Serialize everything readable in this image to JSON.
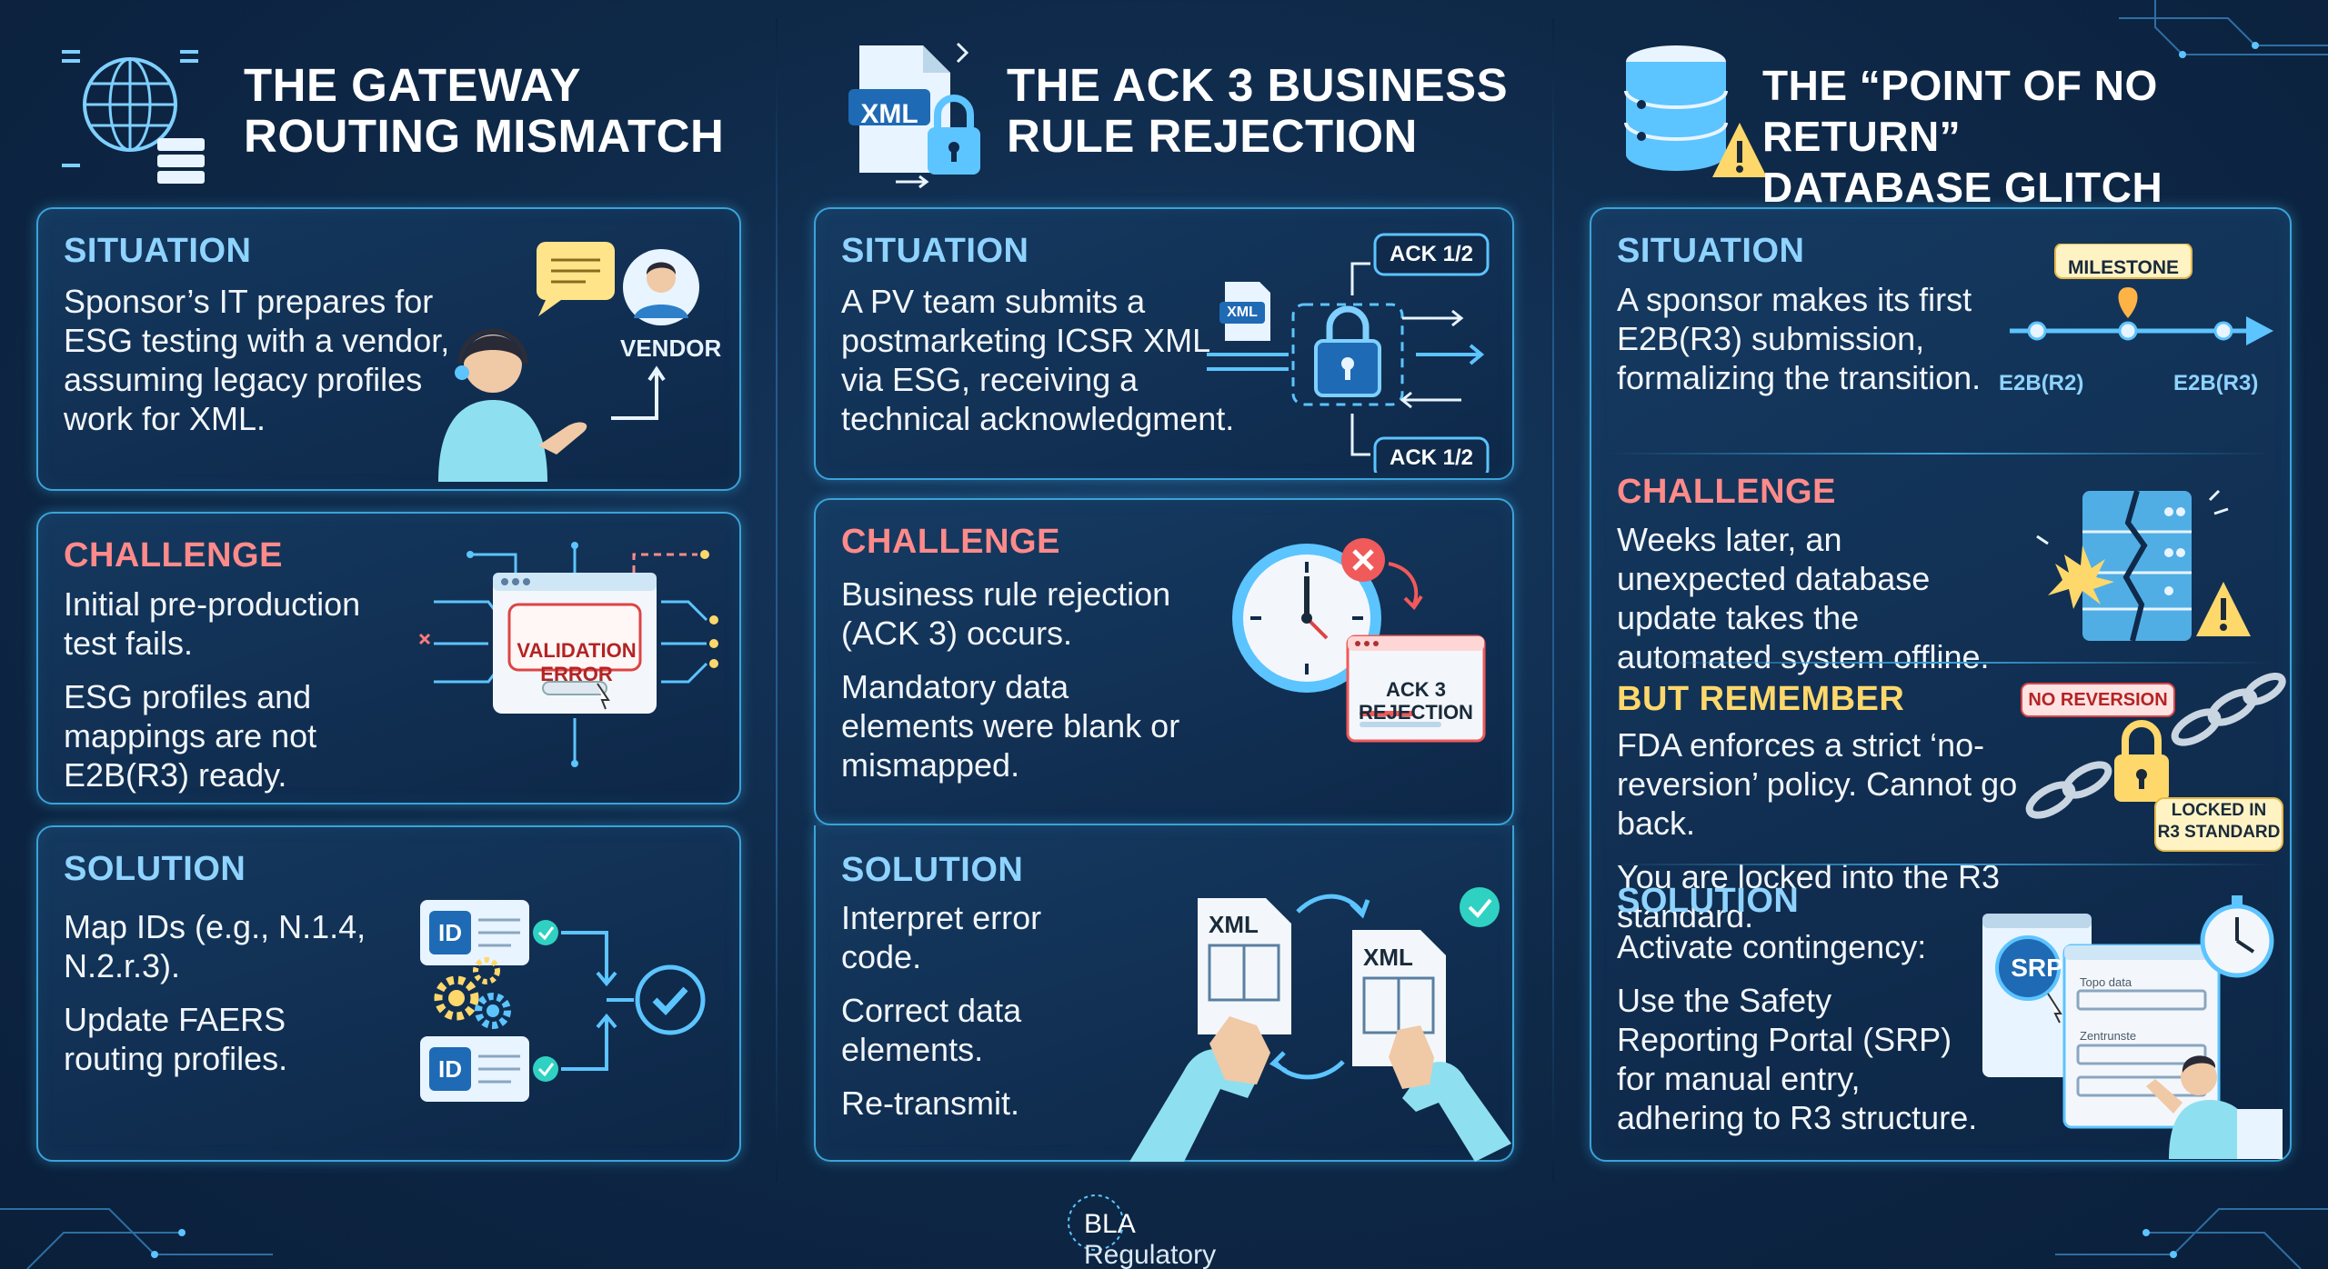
{
  "panels": [
    {
      "title_line1": "THE GATEWAY",
      "title_line2": "ROUTING MISMATCH",
      "header_icon": "globe-server-icon",
      "situation": {
        "label": "SITUATION",
        "text": "Sponsor’s IT prepares for ESG testing with a vendor, assuming legacy profiles work for XML.",
        "vendor_label": "VENDOR"
      },
      "challenge": {
        "label": "CHALLENGE",
        "p1": "Initial pre-production test fails.",
        "p2": "ESG profiles and mappings are not E2B(R3) ready.",
        "validation_line1": "VALIDATION",
        "validation_line2": "ERROR"
      },
      "solution": {
        "label": "SOLUTION",
        "p1": "Map IDs (e.g., N.1.4, N.2.r.3).",
        "p2": "Update FAERS routing profiles.",
        "id_label": "ID"
      }
    },
    {
      "title_line1": "THE ACK 3 BUSINESS",
      "title_line2": "RULE REJECTION",
      "header_icon": "xml-lock-icon",
      "xml_badge": "XML",
      "situation": {
        "label": "SITUATION",
        "text": "A PV team submits a postmarketing ICSR XML via ESG, receiving a technical acknowledgment.",
        "ack_top": "ACK 1/2",
        "ack_bottom": "ACK 1/2",
        "xml_small": "XML"
      },
      "challenge": {
        "label": "CHALLENGE",
        "p1": "Business rule rejection (ACK 3) occurs.",
        "p2": "Mandatory data elements were blank or mismapped.",
        "reject_line1": "ACK 3",
        "reject_line2": "REJECTION"
      },
      "solution": {
        "label": "SOLUTION",
        "p1": "Interpret error code.",
        "p2": "Correct data elements.",
        "p3": "Re-transmit.",
        "doc1": "XML",
        "doc2": "XML"
      }
    },
    {
      "title_line1": "THE “POINT OF NO RETURN”",
      "title_line2": "DATABASE GLITCH",
      "header_icon": "database-warning-icon",
      "situation": {
        "label": "SITUATION",
        "text": "A sponsor makes its first E2B(R3) submission, formalizing the transition.",
        "milestone": "MILESTONE",
        "from": "E2B(R2)",
        "to": "E2B(R3)"
      },
      "challenge": {
        "label": "CHALLENGE",
        "text": "Weeks later, an unexpected database update takes the automated system offline."
      },
      "remember": {
        "label": "BUT REMEMBER",
        "p1": "FDA enforces a strict ‘no-reversion’ policy. Cannot go back.",
        "p2": "You are locked into the R3 standard.",
        "badge": "NO REVERSION",
        "locked_line1": "LOCKED IN",
        "locked_line2": "R3 STANDARD"
      },
      "solution": {
        "label": "SOLUTION",
        "p1": "Activate contingency:",
        "p2": "Use the Safety Reporting Portal (SRP) for manual entry, adhering to R3 structure.",
        "srp": "SRP",
        "form_line1": "Topo data",
        "form_line2": "Zentrunste"
      }
    }
  ],
  "footer": {
    "brand_a": "BLA",
    "brand_b": " Regulatory"
  },
  "colors": {
    "accent": "#3aa3d8",
    "label_blue": "#8fd3ff",
    "label_red": "#ff8a8a",
    "label_yellow": "#ffd86b",
    "bg": "#0f2a4a"
  }
}
